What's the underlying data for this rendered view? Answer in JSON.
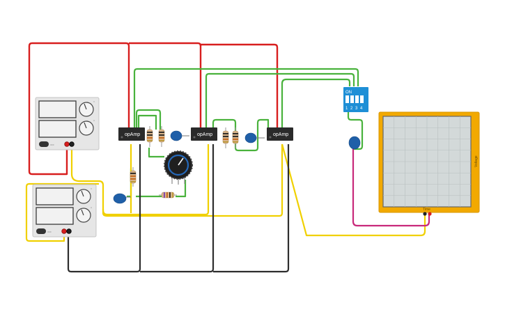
{
  "components": {
    "opamp_label": "opAmp",
    "psu_off_label": "OFF",
    "dip_label": "ON",
    "dip_numbers": [
      "1",
      "2",
      "3",
      "4"
    ],
    "scope_time_label": "Time",
    "scope_voltage_label": "Voltage"
  },
  "colors": {
    "wire_red": "#d81e1e",
    "wire_green": "#49b23c",
    "wire_yellow": "#f0d000",
    "wire_black": "#2d2d2d",
    "wire_magenta": "#c8287a",
    "oscilloscope": "#f2a900",
    "dip_switch": "#1e8fd6",
    "potentiometer": "#2568b8"
  }
}
